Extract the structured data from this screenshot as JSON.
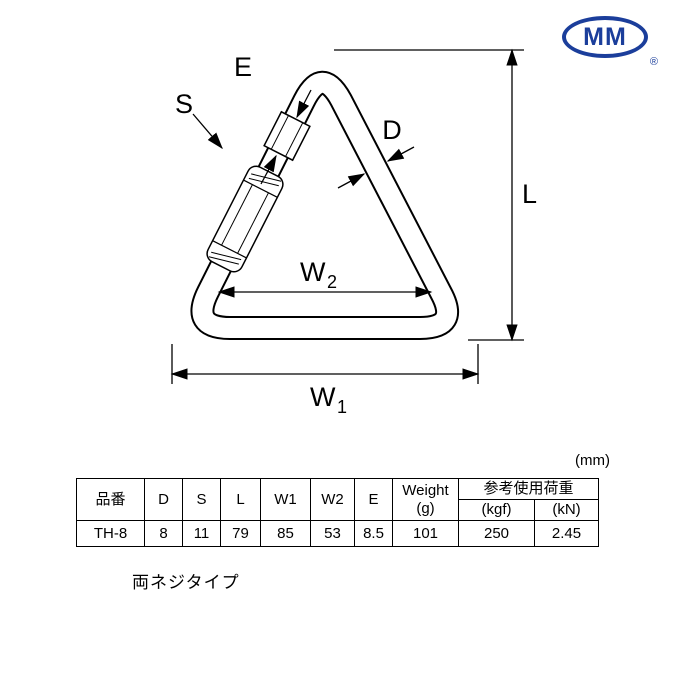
{
  "logo": {
    "text": "MM",
    "registered": "®",
    "color": "#1b3e9b"
  },
  "drawing": {
    "labels": {
      "E": "E",
      "S": "S",
      "D": "D",
      "L": "L",
      "W": "W",
      "sub1": "1",
      "sub2": "2"
    }
  },
  "unit_note": "(mm)",
  "table": {
    "headers": {
      "part": "品番",
      "d": "D",
      "s": "S",
      "l": "L",
      "w1": "W1",
      "w2": "W2",
      "e": "E",
      "weight": "Weight",
      "weight_unit": "(g)",
      "load": "参考使用荷重",
      "kgf": "(kgf)",
      "kn": "(kN)"
    },
    "row": {
      "part": "TH-8",
      "d": "8",
      "s": "11",
      "l": "79",
      "w1": "85",
      "w2": "53",
      "e": "8.5",
      "weight": "101",
      "kgf": "250",
      "kn": "2.45"
    }
  },
  "caption": "両ネジタイプ"
}
